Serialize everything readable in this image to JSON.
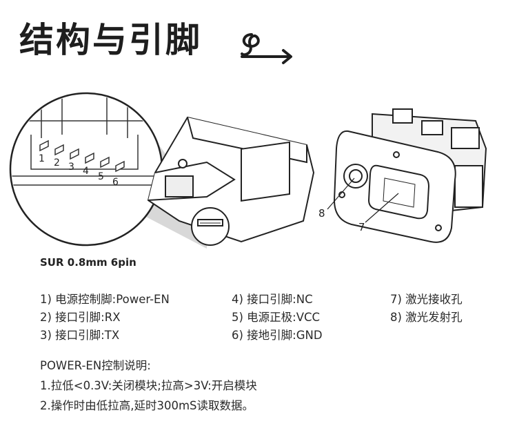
{
  "title": "结构与引脚",
  "zoom_pins": [
    "1",
    "2",
    "3",
    "4",
    "5",
    "6"
  ],
  "callouts": {
    "emitter_hole": "8",
    "receiver_window": "7"
  },
  "connector_caption": "SUR 0.8mm  6pin",
  "pin_list": {
    "col1": [
      "1) 电源控制脚:Power-EN",
      "2) 接口引脚:RX",
      "3) 接口引脚:TX"
    ],
    "col2": [
      "4) 接口引脚:NC",
      "5) 电源正极:VCC",
      "6) 接地引脚:GND"
    ],
    "col3": [
      "7) 激光接收孔",
      "8) 激光发射孔"
    ]
  },
  "notes": {
    "heading": "POWER-EN控制说明:",
    "line1": "1.拉低<0.3V:关闭模块;拉高>3V:开启模块",
    "line2": "2.操作时由低拉高,延时300mS读取数据。"
  },
  "icons": {
    "title": "curved-arrow-icon"
  }
}
